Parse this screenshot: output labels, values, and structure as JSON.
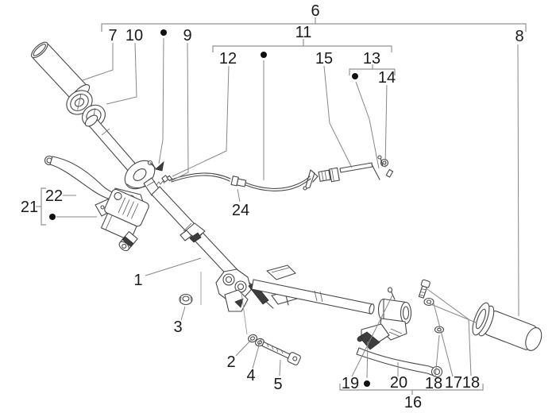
{
  "figure": {
    "figure_type": "exploded-parts-diagram",
    "callouts": {
      "c1": "1",
      "c2": "2",
      "c3": "3",
      "c4": "4",
      "c5": "5",
      "c6": "6",
      "c7": "7",
      "c8": "8",
      "c9": "9",
      "c10": "10",
      "c11": "11",
      "c12": "12",
      "c13": "13",
      "c14": "14",
      "c15": "15",
      "c16": "16",
      "c17": "17",
      "c18a": "18",
      "c18b": "18",
      "c19": "19",
      "c20": "20",
      "c21": "21",
      "c22": "22",
      "c24": "24"
    },
    "markers": {
      "unlabeled_part_dot": "●",
      "count": 5
    },
    "colors": {
      "background": "#ffffff",
      "part_line": "#474747",
      "leader_line": "#878787",
      "bracket_line": "#929292",
      "label_text": "#1a1a1a"
    }
  }
}
